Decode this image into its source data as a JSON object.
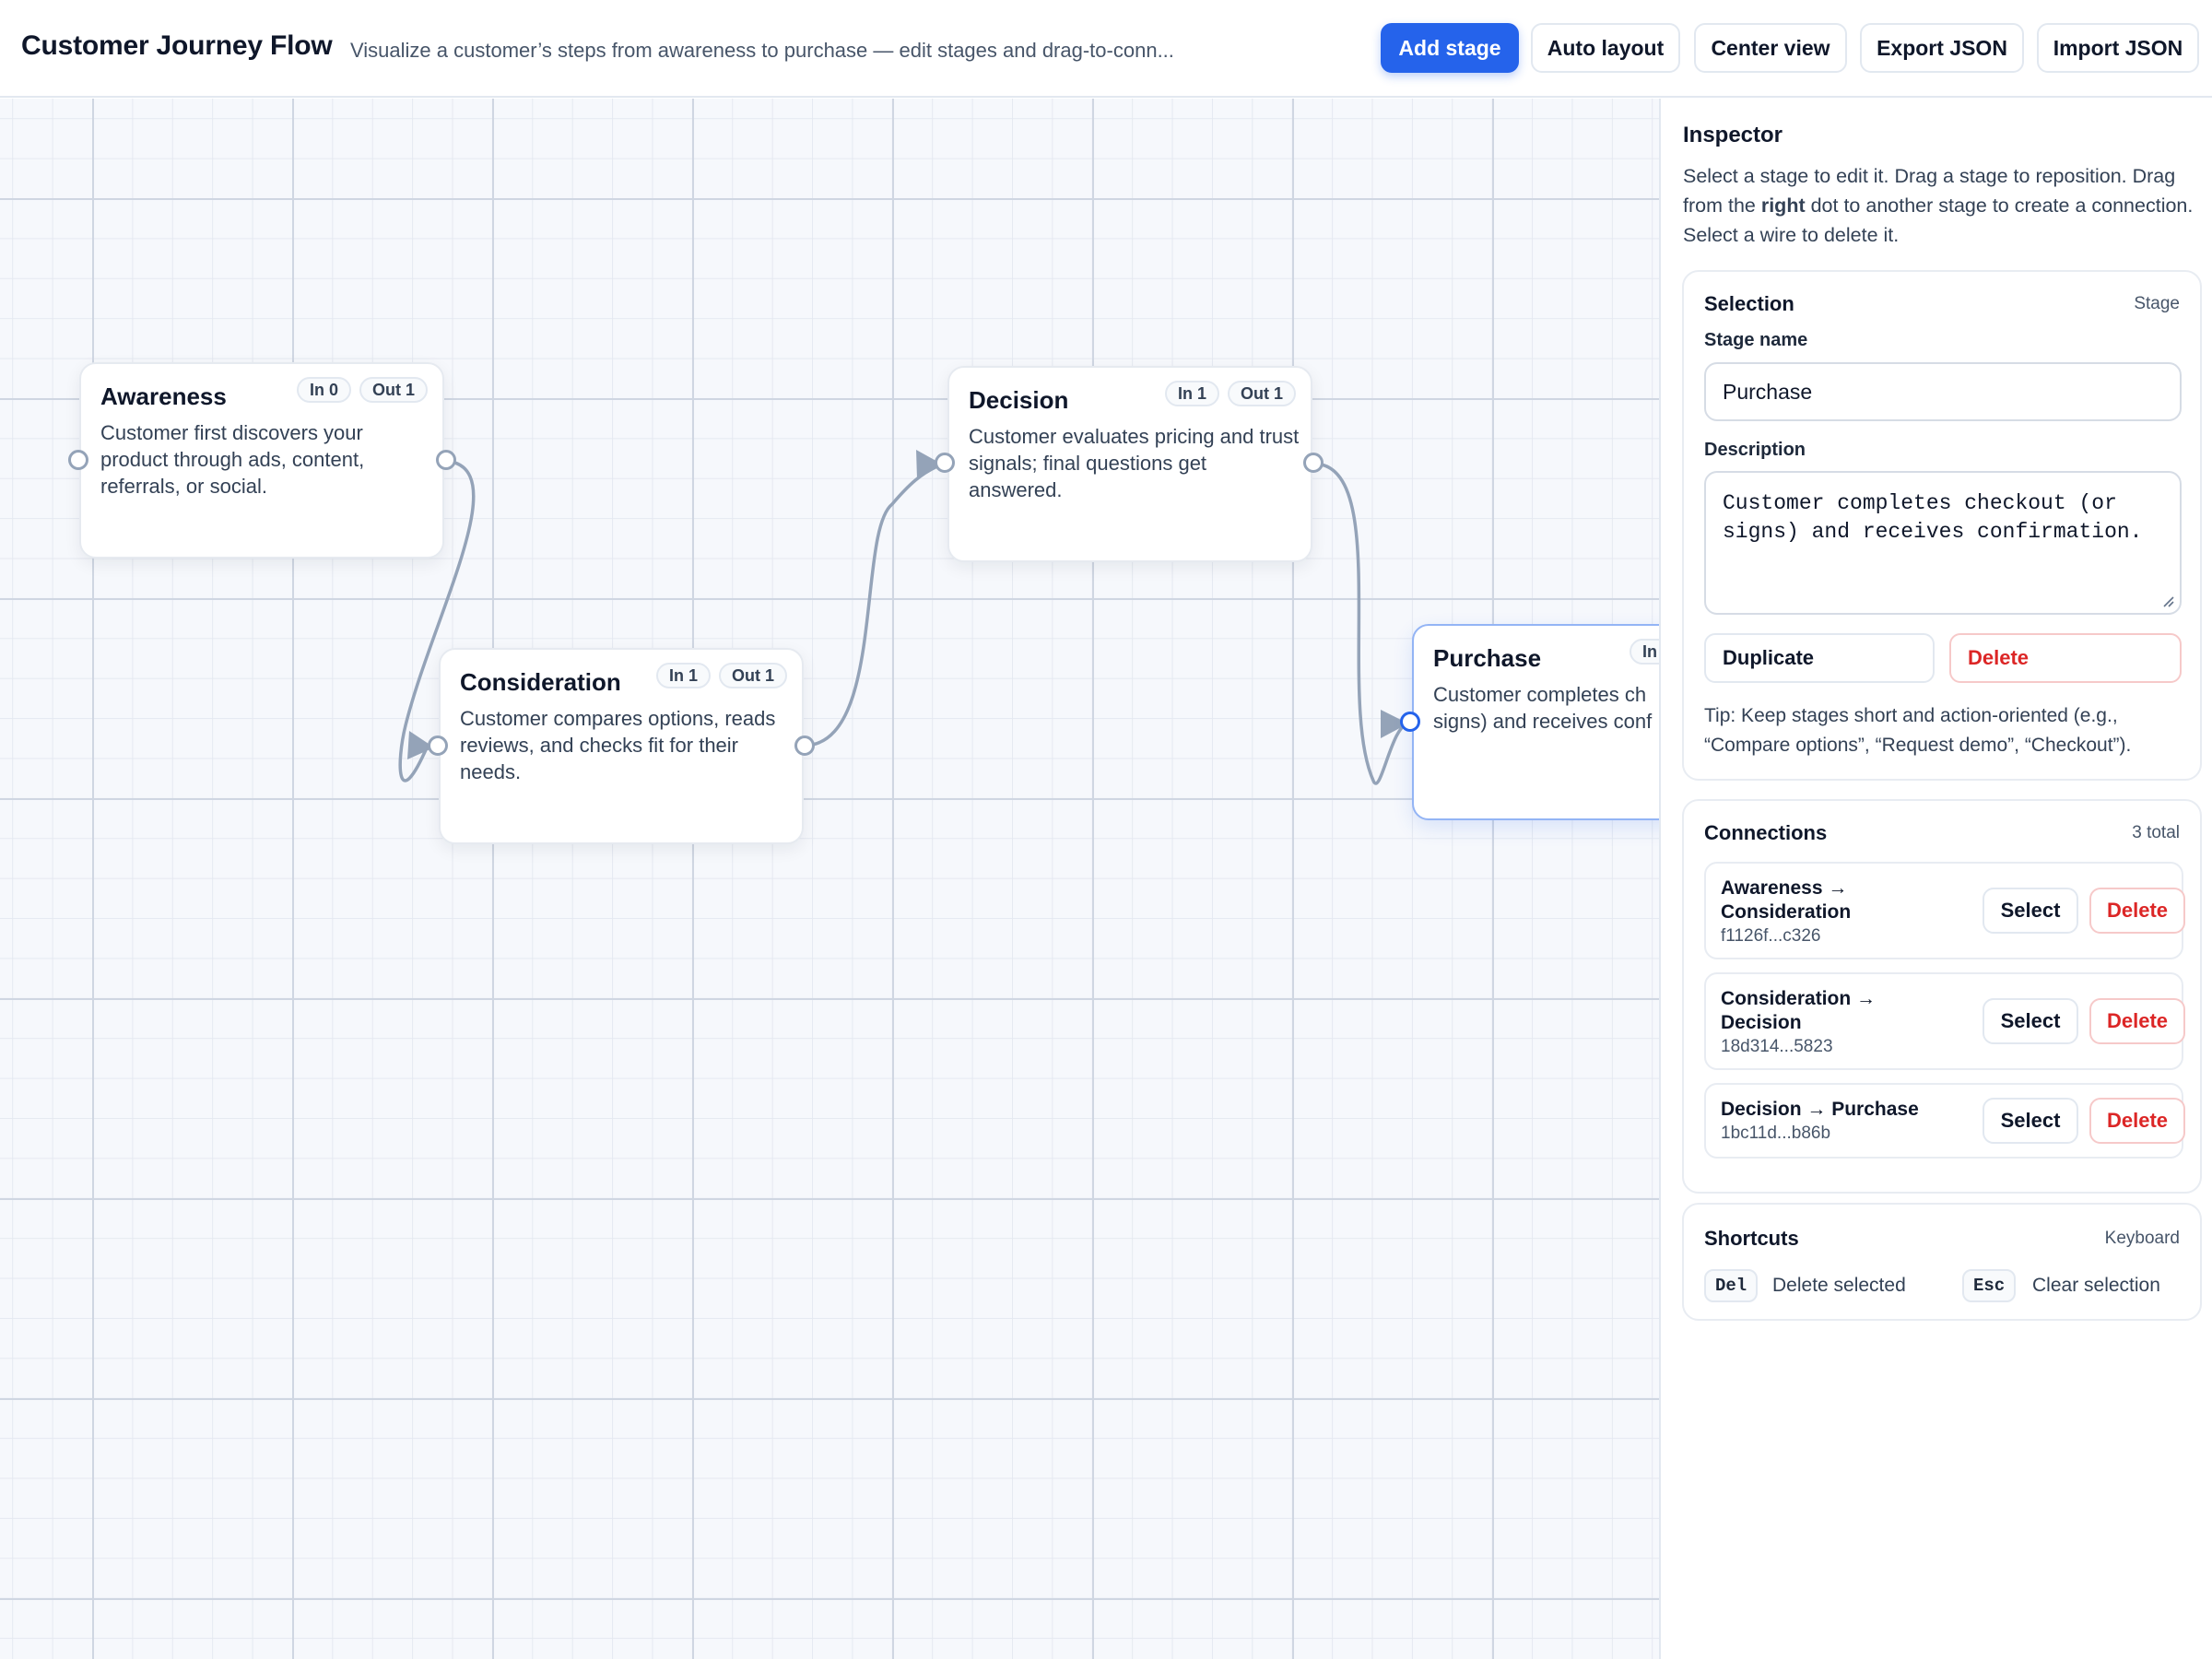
{
  "header": {
    "title": "Customer Journey Flow",
    "subtitle": "Visualize a customer’s steps from awareness to purchase — edit stages and drag-to-conn...",
    "buttons": {
      "add_stage": "Add stage",
      "auto_layout": "Auto layout",
      "center_view": "Center view",
      "export_json": "Export JSON",
      "import_json": "Import JSON"
    }
  },
  "nodes": {
    "awareness": {
      "title": "Awareness",
      "in": "In 0",
      "out": "Out 1",
      "desc": "Customer first discovers your product through ads, content, referrals, or social."
    },
    "consideration": {
      "title": "Consideration",
      "in": "In 1",
      "out": "Out 1",
      "desc": "Customer compares options, reads reviews, and checks fit for their needs."
    },
    "decision": {
      "title": "Decision",
      "in": "In 1",
      "out": "Out 1",
      "desc": "Customer evaluates pricing and trust signals; final questions get answered."
    },
    "purchase": {
      "title": "Purchase",
      "in": "In",
      "desc": "Customer completes ch signs) and receives conf"
    }
  },
  "inspector": {
    "title": "Inspector",
    "help_a": "Select a stage to edit it. Drag a stage to reposition. Drag from the ",
    "help_bold": "right",
    "help_b": " dot to another stage to create a connection. Select a wire to delete it.",
    "selection": {
      "title": "Selection",
      "meta": "Stage",
      "name_label": "Stage name",
      "name_value": "Purchase",
      "desc_label": "Description",
      "desc_value": "Customer completes checkout (or signs) and receives confirmation.",
      "duplicate": "Duplicate",
      "delete": "Delete",
      "tip": "Tip: Keep stages short and action-oriented (e.g., “Compare options”, “Request demo”, “Checkout”)."
    },
    "connections": {
      "title": "Connections",
      "meta": "3 total",
      "select_label": "Select",
      "delete_label": "Delete",
      "items": [
        {
          "name": "Awareness → Consideration",
          "id": "f1126f...c326"
        },
        {
          "name": "Consideration → Decision",
          "id": "18d314...5823"
        },
        {
          "name": "Decision → Purchase",
          "id": "1bc11d...b86b"
        }
      ]
    },
    "shortcuts": {
      "title": "Shortcuts",
      "meta": "Keyboard",
      "items": [
        {
          "key": "Del",
          "label": "Delete selected"
        },
        {
          "key": "Esc",
          "label": "Clear selection"
        }
      ]
    }
  },
  "colors": {
    "primary": "#2563eb",
    "danger": "#dc2626",
    "wire": "#94a3b8"
  }
}
